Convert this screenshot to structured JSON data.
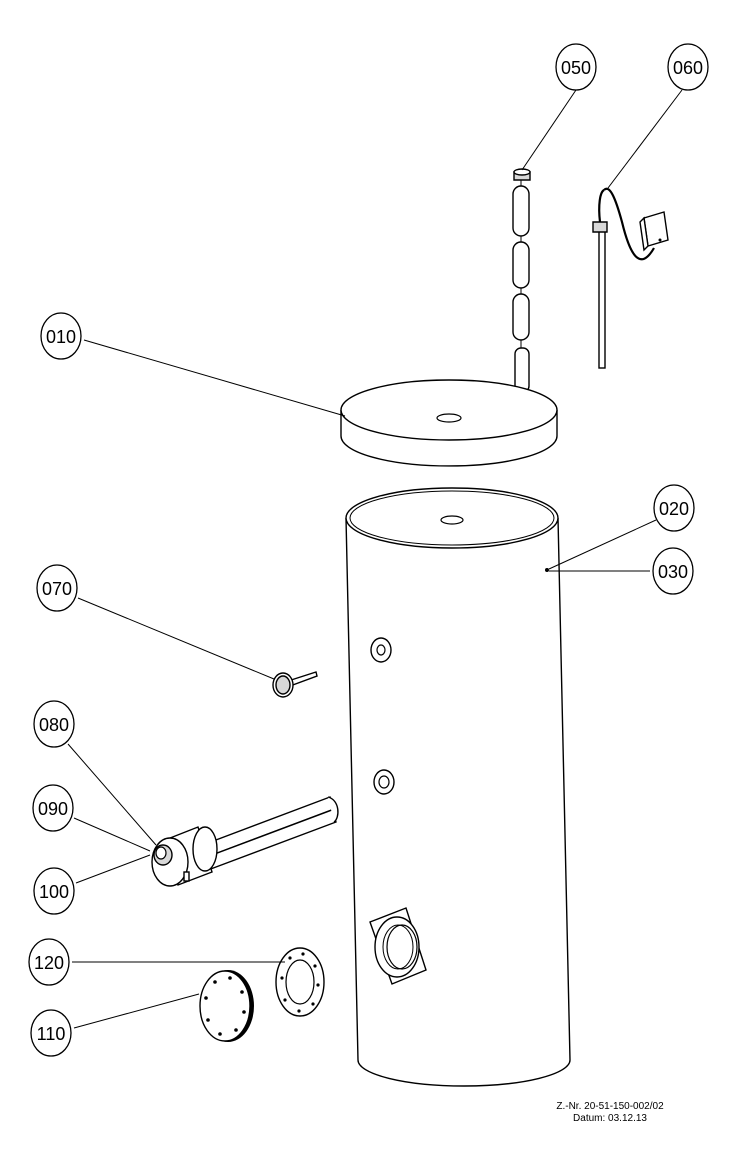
{
  "callouts": [
    {
      "id": "010",
      "label": "010"
    },
    {
      "id": "020",
      "label": "020"
    },
    {
      "id": "030",
      "label": "030"
    },
    {
      "id": "050",
      "label": "050"
    },
    {
      "id": "060",
      "label": "060"
    },
    {
      "id": "070",
      "label": "070"
    },
    {
      "id": "080",
      "label": "080"
    },
    {
      "id": "090",
      "label": "090"
    },
    {
      "id": "100",
      "label": "100"
    },
    {
      "id": "110",
      "label": "110"
    },
    {
      "id": "120",
      "label": "120"
    }
  ],
  "title_block": {
    "drawing_number": "Z.-Nr. 20-51-150-002/02",
    "date": "Datum: 03.12.13"
  },
  "colors": {
    "line": "#000000",
    "background": "#ffffff",
    "shade": "#d8d8d8"
  }
}
